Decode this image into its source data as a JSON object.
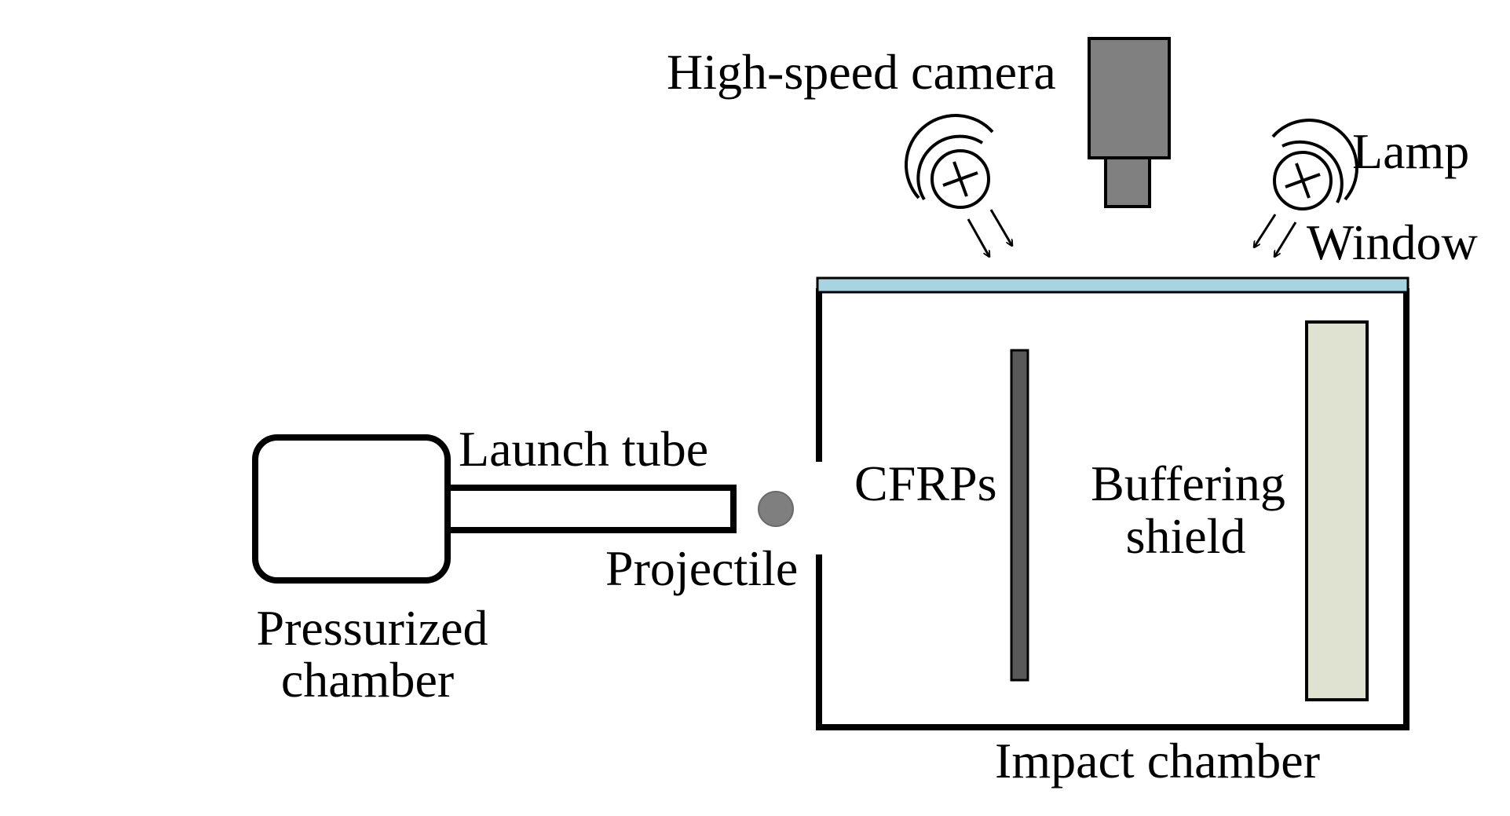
{
  "labels": {
    "camera": "High-speed camera",
    "lamp": "Lamp",
    "window": "Window",
    "launch_tube": "Launch tube",
    "projectile": "Projectile",
    "pressurized_line1": "Pressurized",
    "pressurized_line2": "chamber",
    "cfrps": "CFRPs",
    "buffering_line1": "Buffering",
    "buffering_line2": "shield",
    "impact_chamber": "Impact chamber"
  },
  "colors": {
    "window": "#a8d4e2",
    "camera_body": "#808080",
    "projectile": "#7f7f7f",
    "cfrp_plate": "#595959",
    "buffering_shield": "#dfe2d0",
    "stroke": "#000000"
  }
}
